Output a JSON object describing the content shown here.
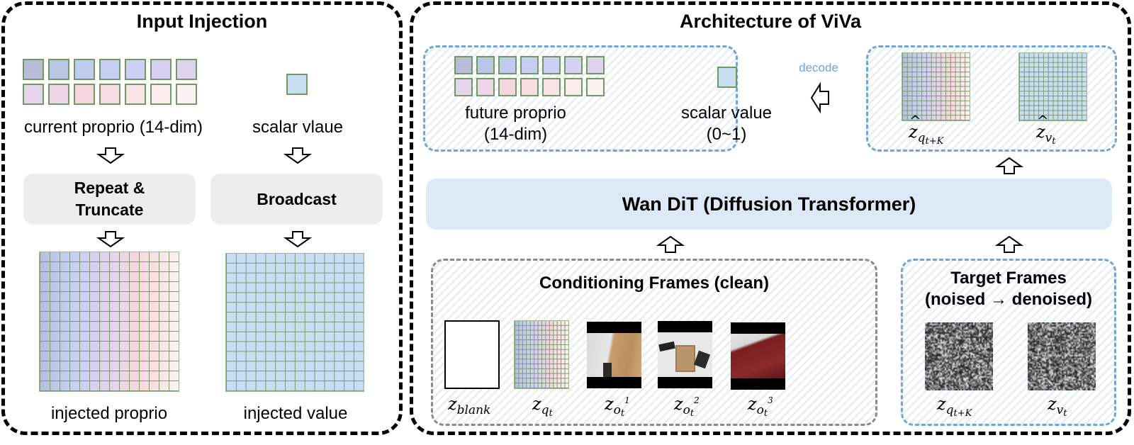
{
  "left_panel": {
    "title": "Input Injection",
    "current_proprio_label": "current proprio (14-dim)",
    "scalar_label": "scalar vlaue",
    "repeat_box_line1": "Repeat &",
    "repeat_box_line2": "Truncate",
    "broadcast_box": "Broadcast",
    "injected_proprio_label": "injected proprio",
    "injected_value_label": "injected value"
  },
  "right_panel": {
    "title": "Architecture of ViVa",
    "output_box": {
      "future_proprio_line1": "future proprio",
      "future_proprio_line2": "(14-dim)",
      "scalar_value_line1": "scalar value",
      "scalar_value_line2": "(0~1)"
    },
    "decode_label": "decode",
    "latent_box": {
      "zq_base": "z",
      "zq_sub": "q",
      "zq_subsub": "t+K",
      "zv_base": "z",
      "zv_sub": "v",
      "zv_subsub": "t"
    },
    "dit_label": "Wan DiT (Diffusion Transformer)",
    "conditioning": {
      "title": "Conditioning Frames (clean)",
      "frames": [
        {
          "base": "z",
          "sub": "blank",
          "kind": "blank"
        },
        {
          "base": "z",
          "sub": "q",
          "subsub": "t",
          "kind": "proprio-grid"
        },
        {
          "base": "z",
          "sub": "o",
          "subsub": "t",
          "sup": "1",
          "kind": "camera"
        },
        {
          "base": "z",
          "sub": "o",
          "subsub": "t",
          "sup": "2",
          "kind": "camera"
        },
        {
          "base": "z",
          "sub": "o",
          "subsub": "t",
          "sup": "3",
          "kind": "camera"
        }
      ]
    },
    "target": {
      "title_line1": "Target Frames",
      "title_line2": "(noised → denoised)",
      "frames": [
        {
          "base": "z",
          "sub": "q",
          "subsub": "t+K"
        },
        {
          "base": "z",
          "sub": "v",
          "subsub": "t"
        }
      ]
    }
  },
  "colors": {
    "proprio_gradient": [
      "#b8bcd8",
      "#bac6e6",
      "#c0cbef",
      "#c6cff3",
      "#ccd0f6",
      "#d6d0f2",
      "#ded2ec",
      "#e6d4ec",
      "#efd6e6",
      "#f5d6de",
      "#f7dde1",
      "#f9e3e6",
      "#fbebec",
      "#fcf2f2"
    ],
    "value_fill": "#c9def3",
    "grid_stroke": "#7c9a6e",
    "accent_blue": "#6fa6d4",
    "dit_fill": "#dde9f6"
  }
}
